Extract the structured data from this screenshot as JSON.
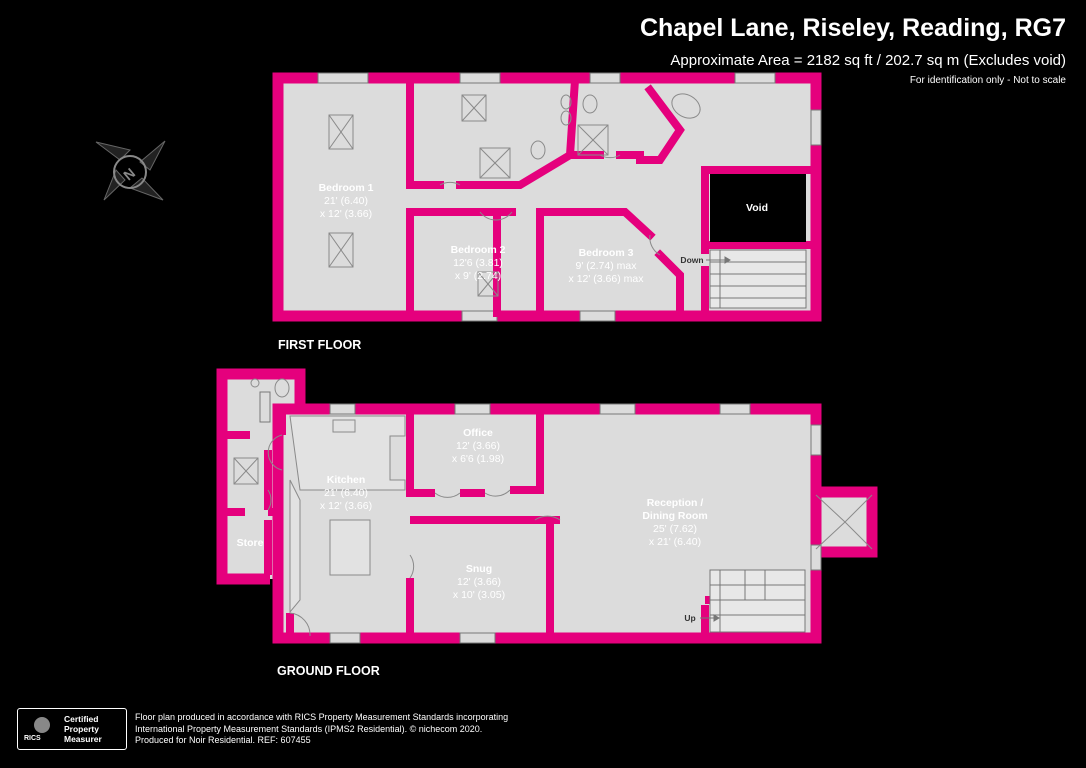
{
  "header": {
    "title": "Chapel Lane, Riseley, Reading, RG7",
    "area": "Approximate Area = 2182 sq ft / 202.7 sq m (Excludes void)",
    "note": "For identification only - Not to scale"
  },
  "floors": {
    "first": "FIRST FLOOR",
    "ground": "GROUND FLOOR"
  },
  "rooms": {
    "bedroom1": {
      "name": "Bedroom 1",
      "l1": "21' (6.40)",
      "l2": "x 12' (3.66)"
    },
    "bedroom2": {
      "name": "Bedroom 2",
      "l1": "12'6 (3.81)",
      "l2": "x 9' (2.74)"
    },
    "bedroom3": {
      "name": "Bedroom 3",
      "l1": "9' (2.74) max",
      "l2": "x 12' (3.66) max"
    },
    "void": {
      "name": "Void"
    },
    "office": {
      "name": "Office",
      "l1": "12' (3.66)",
      "l2": "x 6'6 (1.98)"
    },
    "kitchen": {
      "name": "Kitchen",
      "l1": "21' (6.40)",
      "l2": "x 12' (3.66)"
    },
    "reception": {
      "name": "Reception /",
      "name2": "Dining Room",
      "l1": "25' (7.62)",
      "l2": "x 21' (6.40)"
    },
    "snug": {
      "name": "Snug",
      "l1": "12' (3.66)",
      "l2": "x 10' (3.05)"
    },
    "store": {
      "name": "Store"
    }
  },
  "stairs": {
    "down": "Down",
    "up": "Up"
  },
  "badge": {
    "rics": "RICS",
    "line1": "Certified",
    "line2": "Property",
    "line3": "Measurer"
  },
  "footer": {
    "line1": "Floor plan produced in accordance with RICS Property Measurement Standards incorporating",
    "line2": "International Property Measurement Standards (IPMS2 Residential).   © nichecom 2020.",
    "line3": "Produced for Noir Residential.   REF:  607455"
  },
  "colors": {
    "wall": "#e5007d",
    "floor": "#dcdcdc",
    "background": "#000000",
    "fixture": "#8a8a8a"
  }
}
